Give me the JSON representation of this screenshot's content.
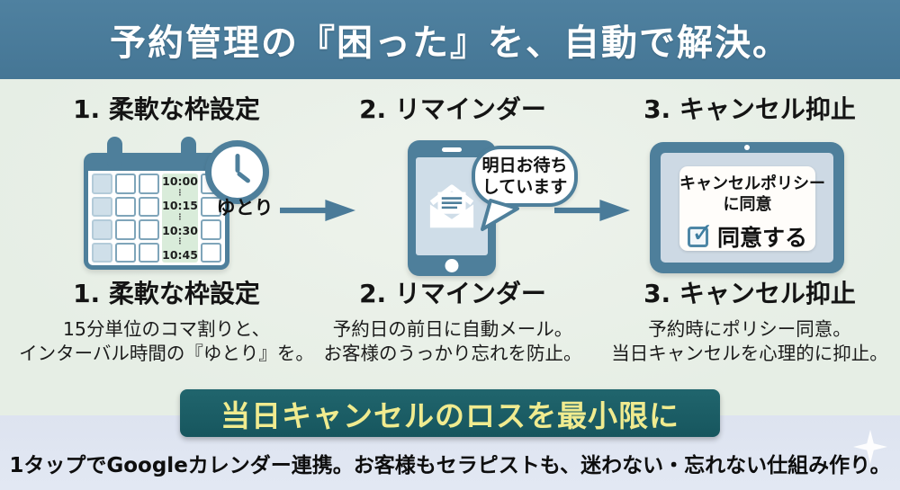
{
  "header": {
    "title": "予約管理の『困った』を、自動で解決。"
  },
  "steps": [
    {
      "number_heading": "1. 柔軟な枠設定",
      "sub_heading": "1. 柔軟な枠設定",
      "description": [
        "15分単位のコマ割りと、",
        "インターバル時間の『ゆとり』を。"
      ]
    },
    {
      "number_heading": "2. リマインダー",
      "sub_heading": "2. リマインダー",
      "description": [
        "予約日の前日に自動メール。",
        "お客様のうっかり忘れを防止。"
      ]
    },
    {
      "number_heading": "3. キャンセル抑止",
      "sub_heading": "3. キャンセル抑止",
      "description": [
        "予約時にポリシー同意。",
        "当日キャンセルを心理的に抑止。"
      ]
    }
  ],
  "calendar": {
    "times": [
      "10:00",
      "10:15",
      "10:30",
      "10:45"
    ],
    "dots": "⋮",
    "clock_label": "ゆとり"
  },
  "phone": {
    "bubble": [
      "明日お待ち",
      "しています"
    ]
  },
  "tablet": {
    "policy": [
      "キャンセルポリシー",
      "に同意"
    ],
    "check_glyph": "✓",
    "checkbox_label": "同意する"
  },
  "banner": {
    "text": "当日キャンセルのロスを最小限に"
  },
  "footer": {
    "text": "1タップでGoogleカレンダー連携。お客様もセラピストも、迷わない・忘れない仕組み作り。"
  },
  "colors": {
    "header_bg": "#4a7b9a",
    "accent_teal": "#4e7f9b",
    "main_bg": "#e8efe6",
    "footer_bg": "#dfe5f1",
    "banner_bg": "#1b5e66",
    "banner_text": "#f0eb8f",
    "slot_green": "#d9ecda",
    "cell_blue": "#cfdfe9"
  }
}
